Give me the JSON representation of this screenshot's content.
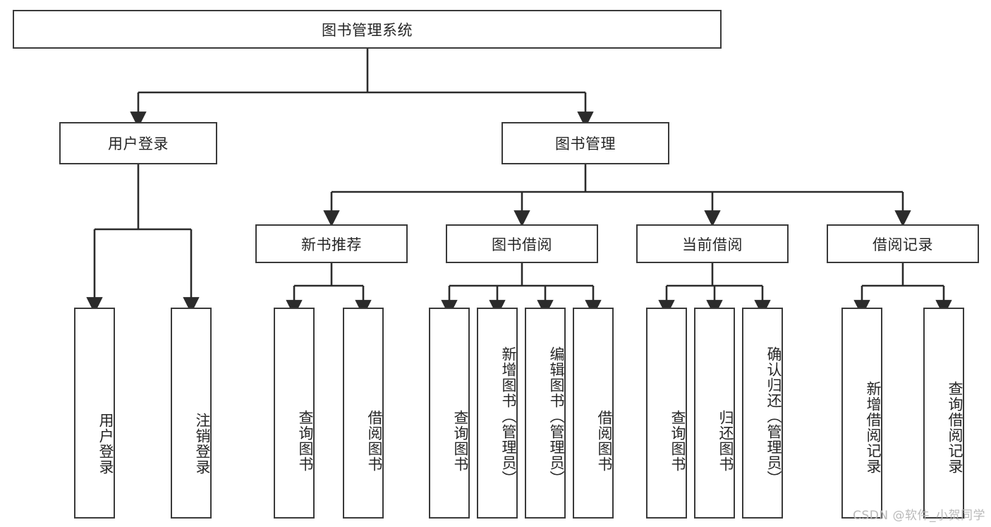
{
  "diagram": {
    "title": "图书管理系统",
    "type": "tree-hierarchy",
    "watermark": "CSDN @软件_小贺同学",
    "colors": {
      "background": "#ffffff",
      "box_border": "#3a3a3a",
      "box_fill": "#ffffff",
      "connector": "#2b2b2b",
      "text": "#262626",
      "watermark": "#b9b9b9"
    },
    "root": {
      "label": "图书管理系统"
    },
    "level2": [
      {
        "label": "用户登录"
      },
      {
        "label": "图书管理"
      }
    ],
    "level3": [
      {
        "label": "新书推荐"
      },
      {
        "label": "图书借阅"
      },
      {
        "label": "当前借阅"
      },
      {
        "label": "借阅记录"
      }
    ],
    "leaves": {
      "user_login": [
        {
          "label": "用户登录"
        },
        {
          "label": "注销登录"
        }
      ],
      "new_book": [
        {
          "label": "查询图书"
        },
        {
          "label": "借阅图书"
        }
      ],
      "book_borrow": [
        {
          "label": "查询图书"
        },
        {
          "label": "新增图书（管理员）"
        },
        {
          "label": "编辑图书（管理员）"
        },
        {
          "label": "借阅图书"
        }
      ],
      "current_borrow": [
        {
          "label": "查询图书"
        },
        {
          "label": "归还图书"
        },
        {
          "label": "确认归还（管理员）"
        }
      ],
      "borrow_record": [
        {
          "label": "新增借阅记录"
        },
        {
          "label": "查询借阅记录"
        }
      ]
    }
  }
}
